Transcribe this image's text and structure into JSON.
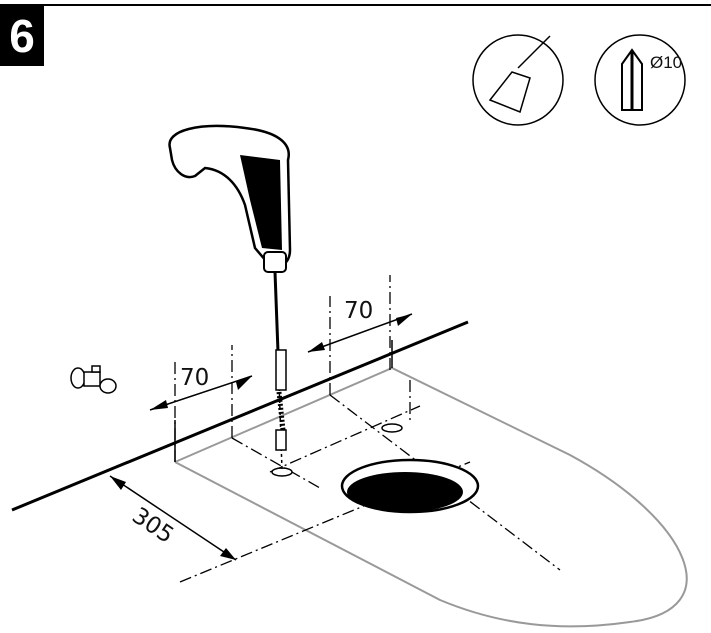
{
  "step": {
    "number": "6"
  },
  "dimensions": {
    "left_spacing": "70",
    "right_spacing": "70",
    "wall_distance": "305"
  },
  "tools": {
    "drill_bit_diameter": "Ø10"
  },
  "icons": [
    "drill-tool-icon",
    "drill-bit-icon",
    "angle-valve-icon",
    "power-drill-icon"
  ]
}
